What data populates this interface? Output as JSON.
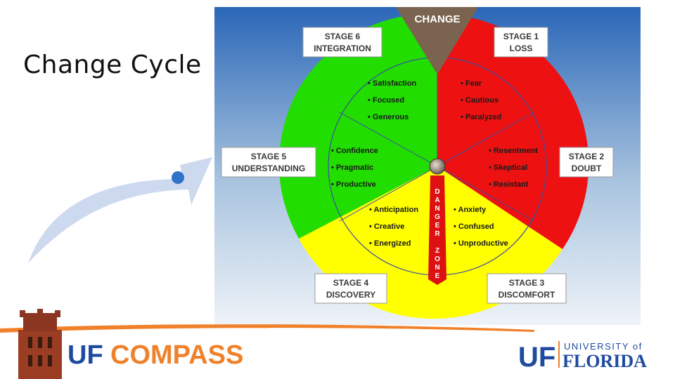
{
  "slide": {
    "title": "Change Cycle"
  },
  "diagram": {
    "center_label": "CHANGE",
    "danger_zone_letters": [
      "D",
      "A",
      "N",
      "G",
      "E",
      "R",
      "Z",
      "O",
      "N",
      "E"
    ],
    "stages": [
      {
        "number": "STAGE 1",
        "name": "LOSS",
        "color": "#ee1111",
        "items": [
          "• Fear",
          "• Cautious",
          "• Paralyzed"
        ]
      },
      {
        "number": "STAGE 2",
        "name": "DOUBT",
        "color": "#ee1111",
        "items": [
          "• Resentment",
          "• Skeptical",
          "• Resistant"
        ]
      },
      {
        "number": "STAGE 3",
        "name": "DISCOMFORT",
        "color": "#ffff00",
        "items": [
          "• Anxiety",
          "• Confused",
          "• Unproductive"
        ]
      },
      {
        "number": "STAGE 4",
        "name": "DISCOVERY",
        "color": "#ffff00",
        "items": [
          "• Anticipation",
          "• Creative",
          "• Energized"
        ]
      },
      {
        "number": "STAGE 5",
        "name": "UNDERSTANDING",
        "color": "#22dd00",
        "items": [
          "• Confidence",
          "• Pragmatic",
          "• Productive"
        ]
      },
      {
        "number": "STAGE 6",
        "name": "INTEGRATION",
        "color": "#22dd00",
        "items": [
          "• Satisfaction",
          "• Focused",
          "• Generous"
        ]
      }
    ]
  },
  "footer": {
    "compass_logo": {
      "uf": "UF",
      "compass": "COMPASS"
    },
    "university_logo": {
      "uf": "UF",
      "university_of": "UNIVERSITY of",
      "florida": "FLORIDA"
    }
  },
  "colors": {
    "orange": "#f0812a",
    "blue": "#1f4aa0",
    "red": "#ee1111",
    "green": "#22dd00",
    "yellow": "#ffff00"
  }
}
